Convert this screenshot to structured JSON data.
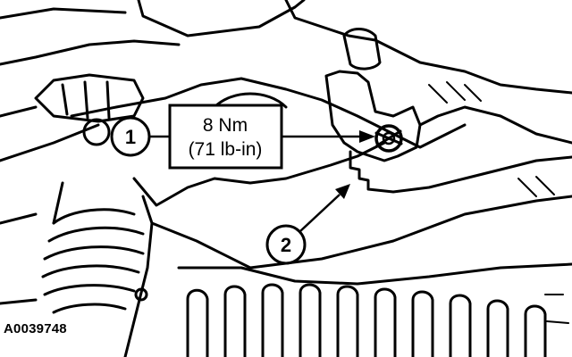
{
  "callouts": {
    "one": "1",
    "two": "2"
  },
  "torque": {
    "metric": "8 Nm",
    "imperial": "(71 lb-in)"
  },
  "figure_ref": "A0039748"
}
